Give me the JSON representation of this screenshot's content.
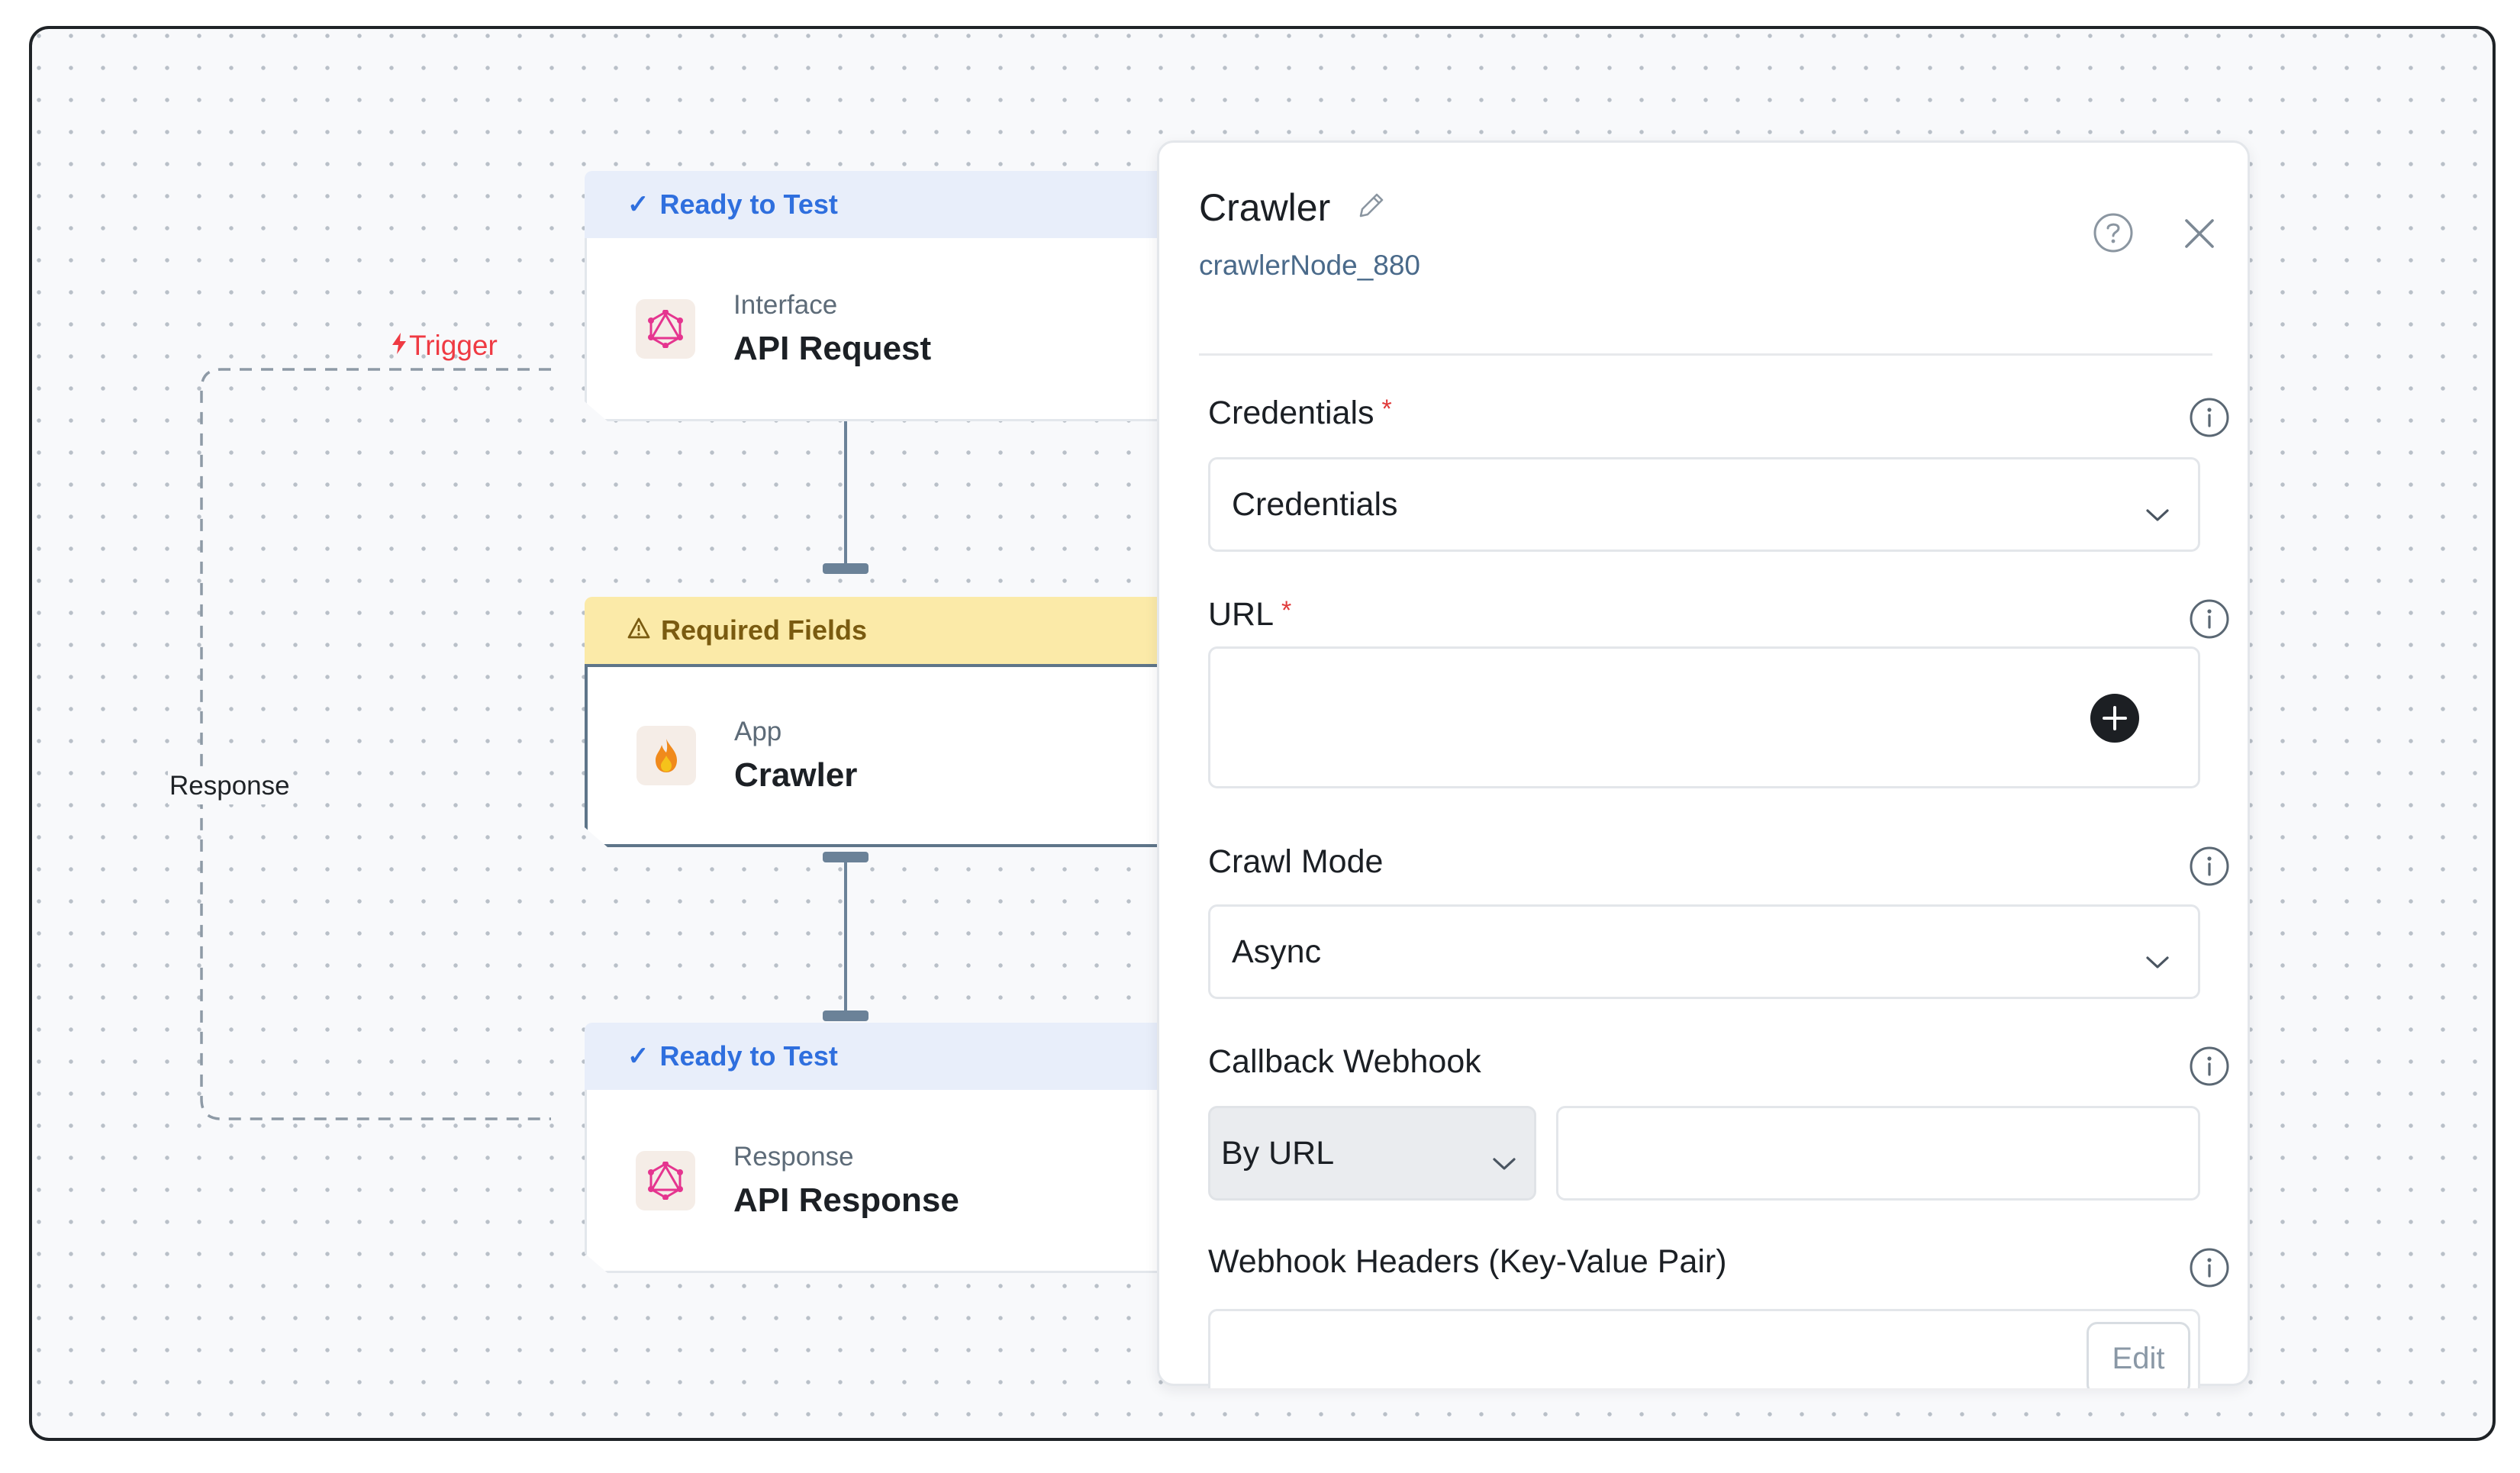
{
  "canvas": {
    "trigger_label": "Trigger",
    "response_edge_label": "Response"
  },
  "nodes": [
    {
      "status": "Ready to Test",
      "kind": "Interface",
      "name": "API Request",
      "icon": "graphql-icon"
    },
    {
      "status": "Required Fields",
      "kind": "App",
      "name": "Crawler",
      "icon": "fire-icon"
    },
    {
      "status": "Ready to Test",
      "kind": "Response",
      "name": "API Response",
      "icon": "graphql-icon"
    }
  ],
  "panel": {
    "title": "Crawler",
    "subtitle": "crawlerNode_880",
    "fields": {
      "credentials": {
        "label": "Credentials",
        "required_mark": "*",
        "value": "Credentials"
      },
      "url": {
        "label": "URL",
        "required_mark": "*"
      },
      "crawl_mode": {
        "label": "Crawl Mode",
        "value": "Async"
      },
      "callback_webhook": {
        "label": "Callback Webhook",
        "type_value": "By URL"
      },
      "webhook_headers": {
        "label": "Webhook Headers (Key-Value Pair)",
        "edit_label": "Edit"
      }
    }
  },
  "colors": {
    "ready": "#2f6fde",
    "warning_bg": "#fbeaa8",
    "trigger": "#ef3a43",
    "connector": "#6b8298"
  }
}
